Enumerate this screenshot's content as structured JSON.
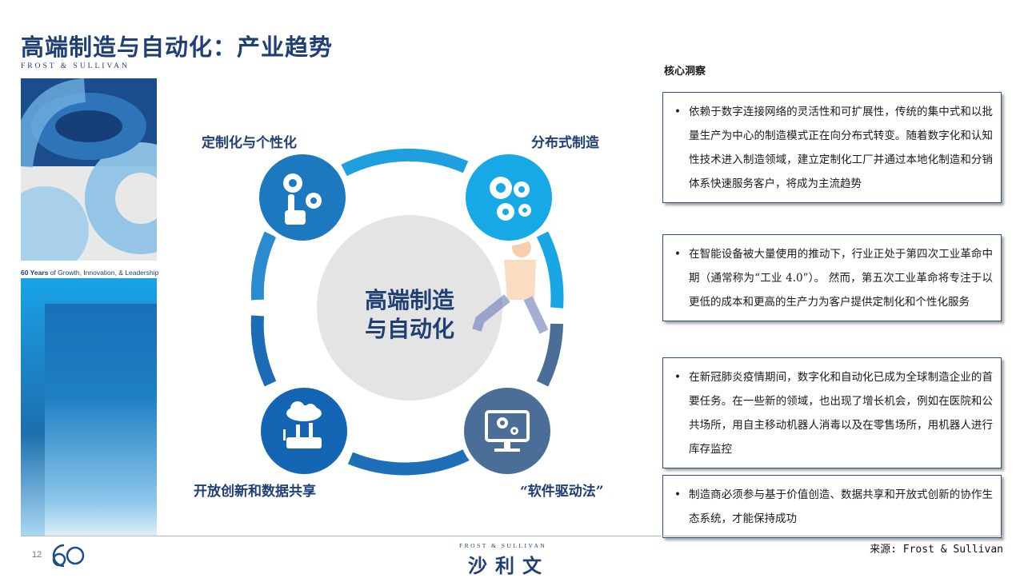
{
  "page": {
    "title": "高端制造与自动化：产业趋势",
    "brand": "FROST & SULLIVAN",
    "tagline_strong": "60 Years",
    "tagline_rest": " of Growth, Innovation, & Leadership",
    "page_number": "12",
    "footer_brand": "FROST & SULLIVAN",
    "footer_cn": "沙利文",
    "source": "来源: Frost & Sullivan"
  },
  "diagram": {
    "center_line1": "高端制造",
    "center_line2": "与自动化",
    "labels": {
      "top_left": "定制化与个性化",
      "top_right": "分布式制造",
      "bottom_left": "开放创新和数据共享",
      "bottom_right": "“软件驱动法”"
    },
    "icons": {
      "top_left": "hand-gears-icon",
      "top_right": "gears-cluster-icon",
      "bottom_left": "cloud-router-icon",
      "bottom_right": "monitor-gears-icon"
    },
    "colors": {
      "top_left": "#1c79c0",
      "top_right": "#17a8e6",
      "bottom_left": "#1565b5",
      "bottom_right": "#4a6e98",
      "center": "#e6e6e6",
      "center_text": "#1f3f75"
    }
  },
  "insights": {
    "heading": "核心洞察",
    "items": [
      "依赖于数字连接网络的灵活性和可扩展性，传统的集中式和以批量生产为中心的制造模式正在向分布式转变。随着数字化和认知性技术进入制造领域，建立定制化工厂并通过本地化制造和分销体系快速服务客户，将成为主流趋势",
      "在智能设备被大量使用的推动下，行业正处于第四次工业革命中期（通常称为“工业 4.0”）。 然而，第五次工业革命将专注于以更低的成本和更高的生产力为客户提供定制化和个性化服务",
      "在新冠肺炎疫情期间，数字化和自动化已成为全球制造企业的首要任务。在一些新的领域，也出现了增长机会，例如在医院和公共场所，用自主移动机器人消毒以及在零售场所，用机器人进行库存监控",
      "制造商必须参与基于价值创造、数据共享和开放式创新的协作生态系统，才能保持成功"
    ]
  }
}
